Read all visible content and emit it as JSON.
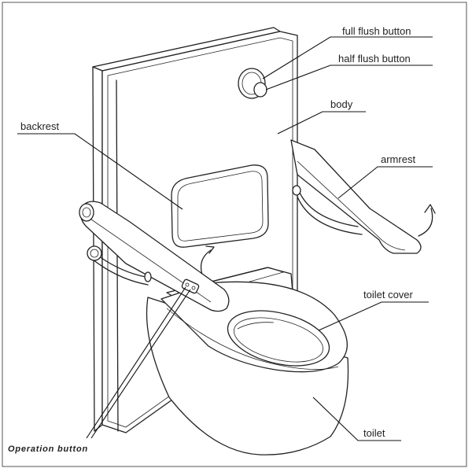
{
  "labels": {
    "full_flush": "full flush button",
    "half_flush": "half flush button",
    "body": "body",
    "backrest": "backrest",
    "armrest": "armrest",
    "toilet_cover": "toilet cover",
    "toilet": "toilet",
    "operation_button": "Operation button"
  },
  "colors": {
    "line": "#222222",
    "background": "#ffffff"
  }
}
